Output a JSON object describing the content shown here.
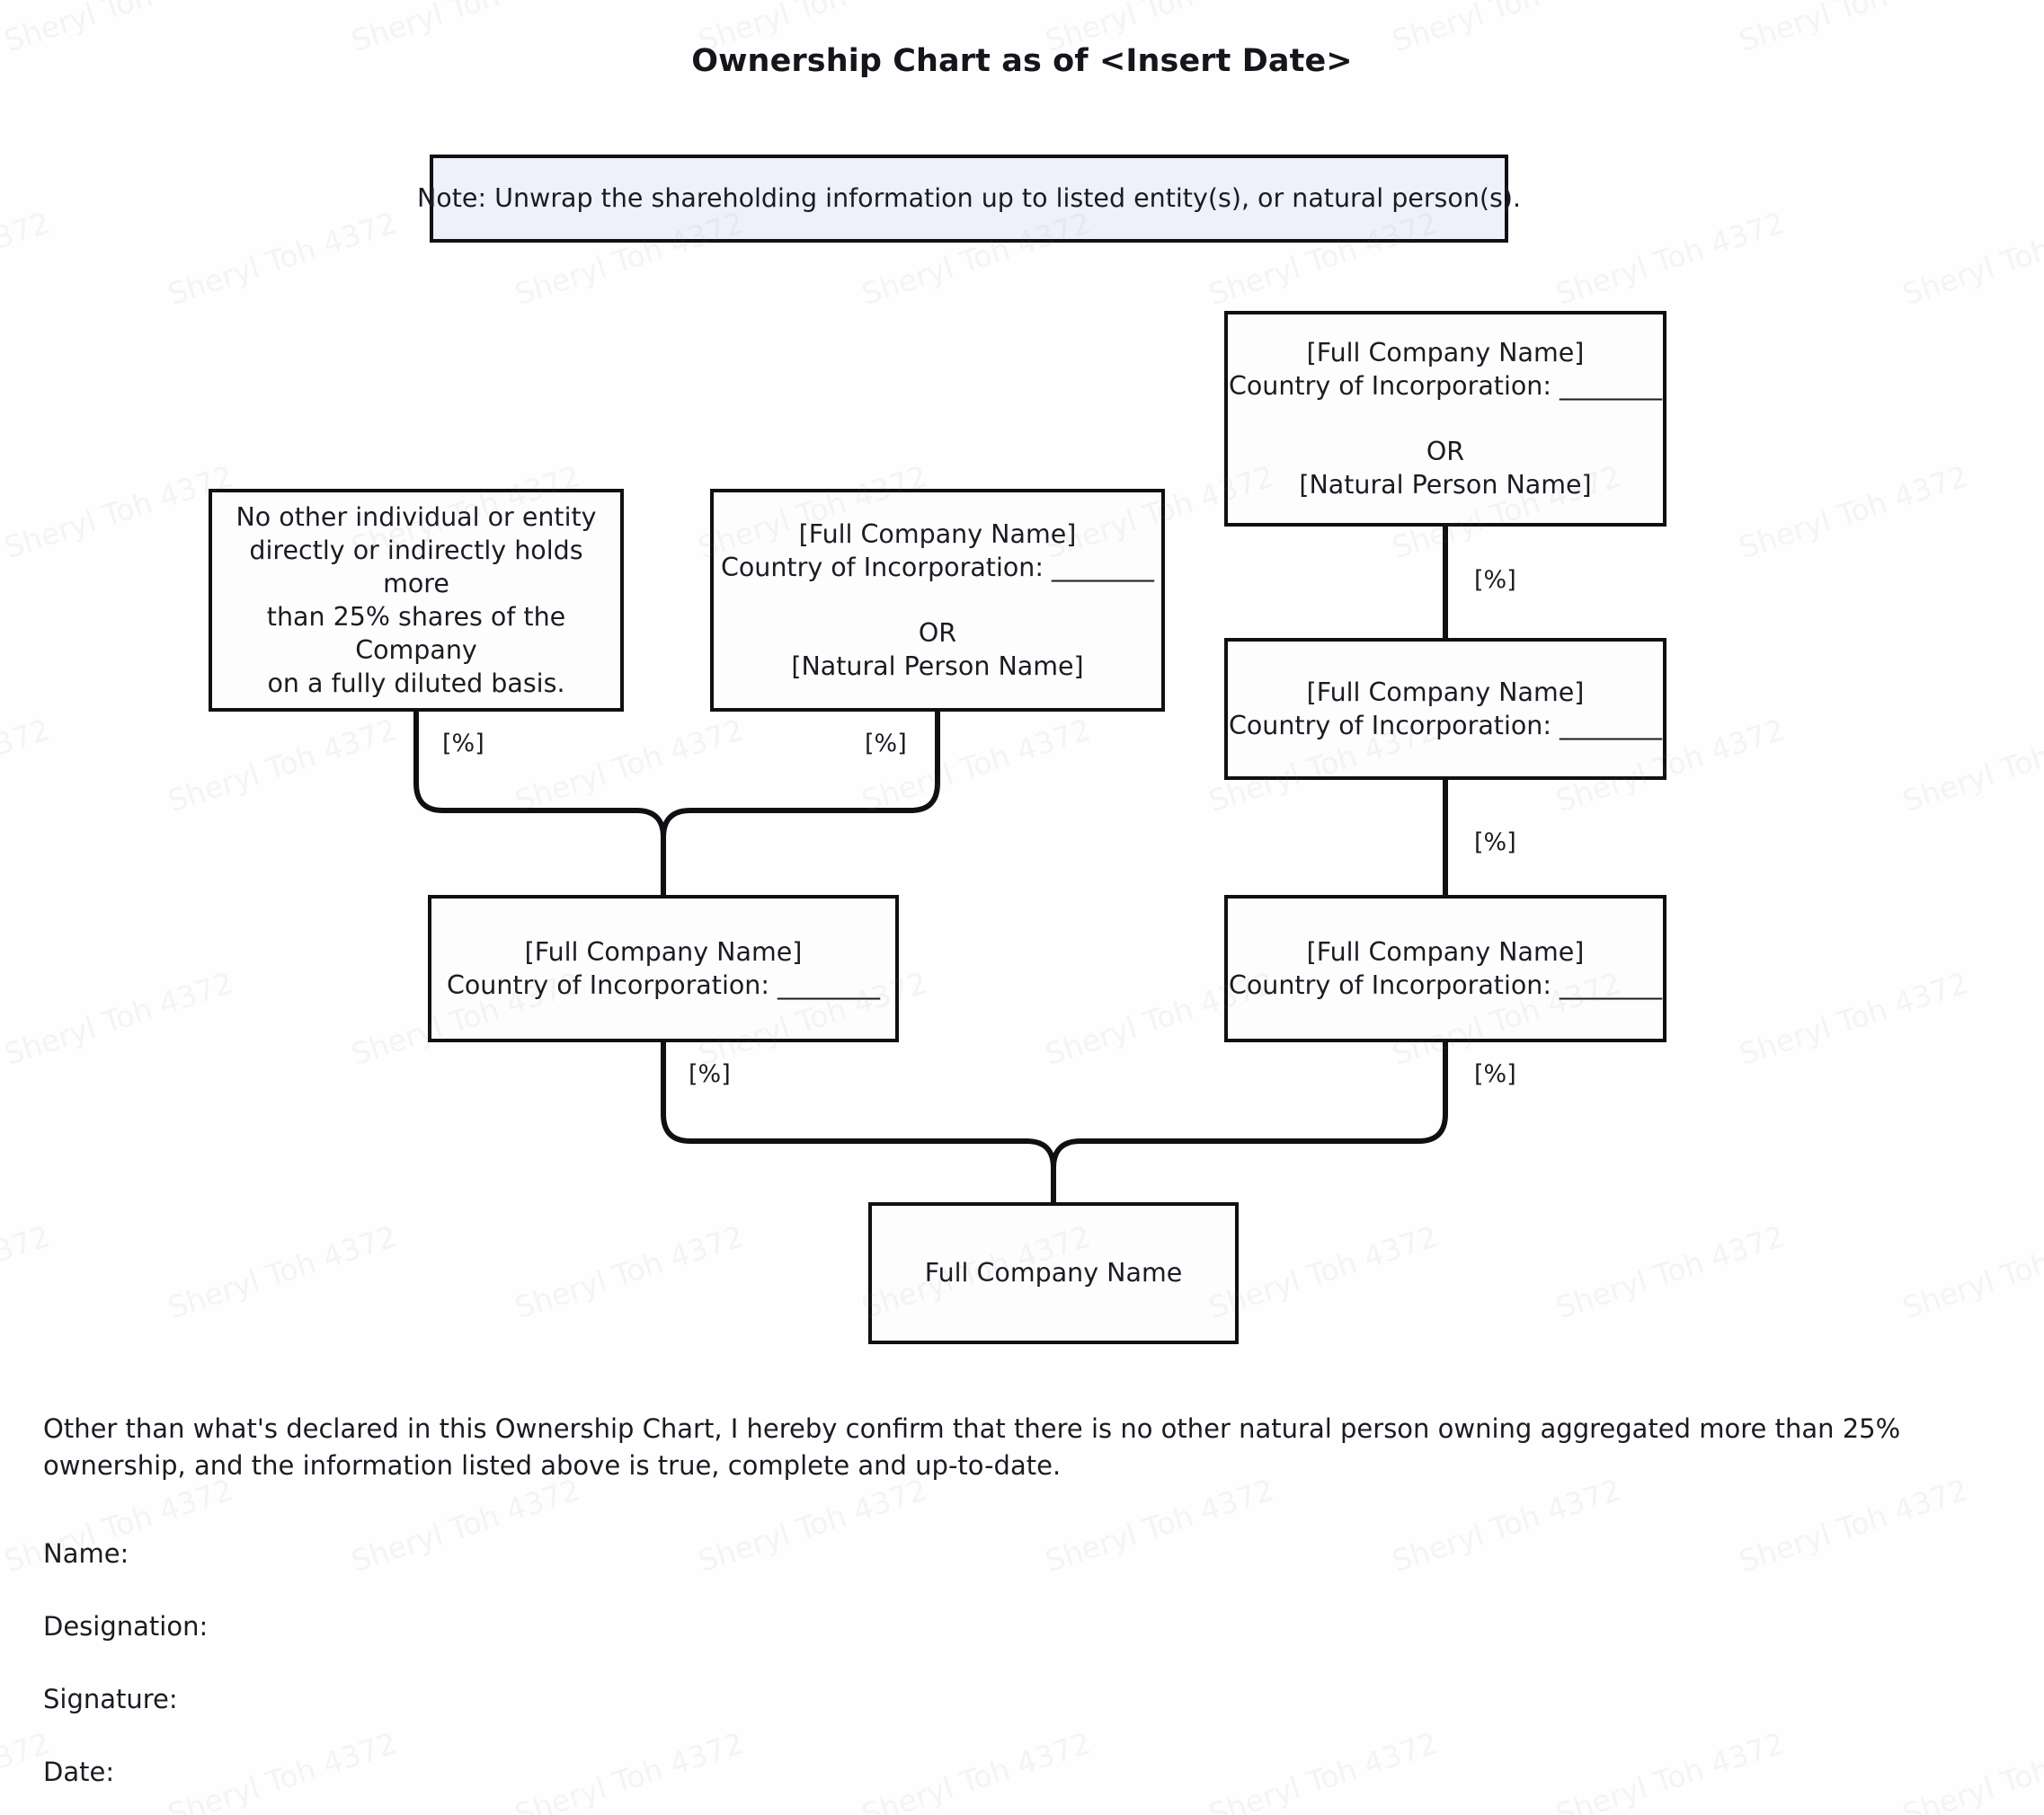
{
  "document": {
    "title": "Ownership Chart as of <Insert Date>",
    "note": "Note: Unwrap the shareholding information up to listed entity(s), or natural person(s).",
    "watermark_text": "Sheryl Toh 4372"
  },
  "colors": {
    "note_background": "#eef1fa",
    "border": "#101014",
    "text": "#1b1b22",
    "page_background": "#fefefe"
  },
  "nodes": {
    "no_other": {
      "line1": "No other individual or entity",
      "line2": "directly or indirectly holds more",
      "line3": "than 25% shares of the Company",
      "line4": "on a fully diluted basis."
    },
    "mid_top": {
      "company": "[Full Company Name]",
      "country": "Country of Incorporation: ________",
      "or": "OR",
      "person": "[Natural Person Name]"
    },
    "top_right": {
      "company": "[Full Company Name]",
      "country": "Country of Incorporation: ________",
      "or": "OR",
      "person": "[Natural Person Name]"
    },
    "right_mid": {
      "company": "[Full Company Name]",
      "country": "Country of Incorporation: ________"
    },
    "bottom_left": {
      "company": "[Full Company Name]",
      "country": "Country of Incorporation: ________"
    },
    "bottom_right": {
      "company": "[Full Company Name]",
      "country": "Country of Incorporation: ________"
    },
    "bottom": {
      "company": "Full Company Name"
    }
  },
  "edge_labels": {
    "no_other_to_bl": "[%]",
    "mid_top_to_bl": "[%]",
    "tr_to_rmid": "[%]",
    "rmid_to_br": "[%]",
    "bl_to_bottom": "[%]",
    "br_to_bottom": "[%]"
  },
  "footer": {
    "declaration_line1": "Other than what's declared in this Ownership Chart, I hereby confirm that there is no other natural person owning aggregated more than 25% ownership, and the",
    "declaration_line2": "information listed above is true, complete and up-to-date.",
    "name_label": "Name:",
    "designation_label": "Designation:",
    "signature_label": "Signature:",
    "date_label": "Date:"
  }
}
